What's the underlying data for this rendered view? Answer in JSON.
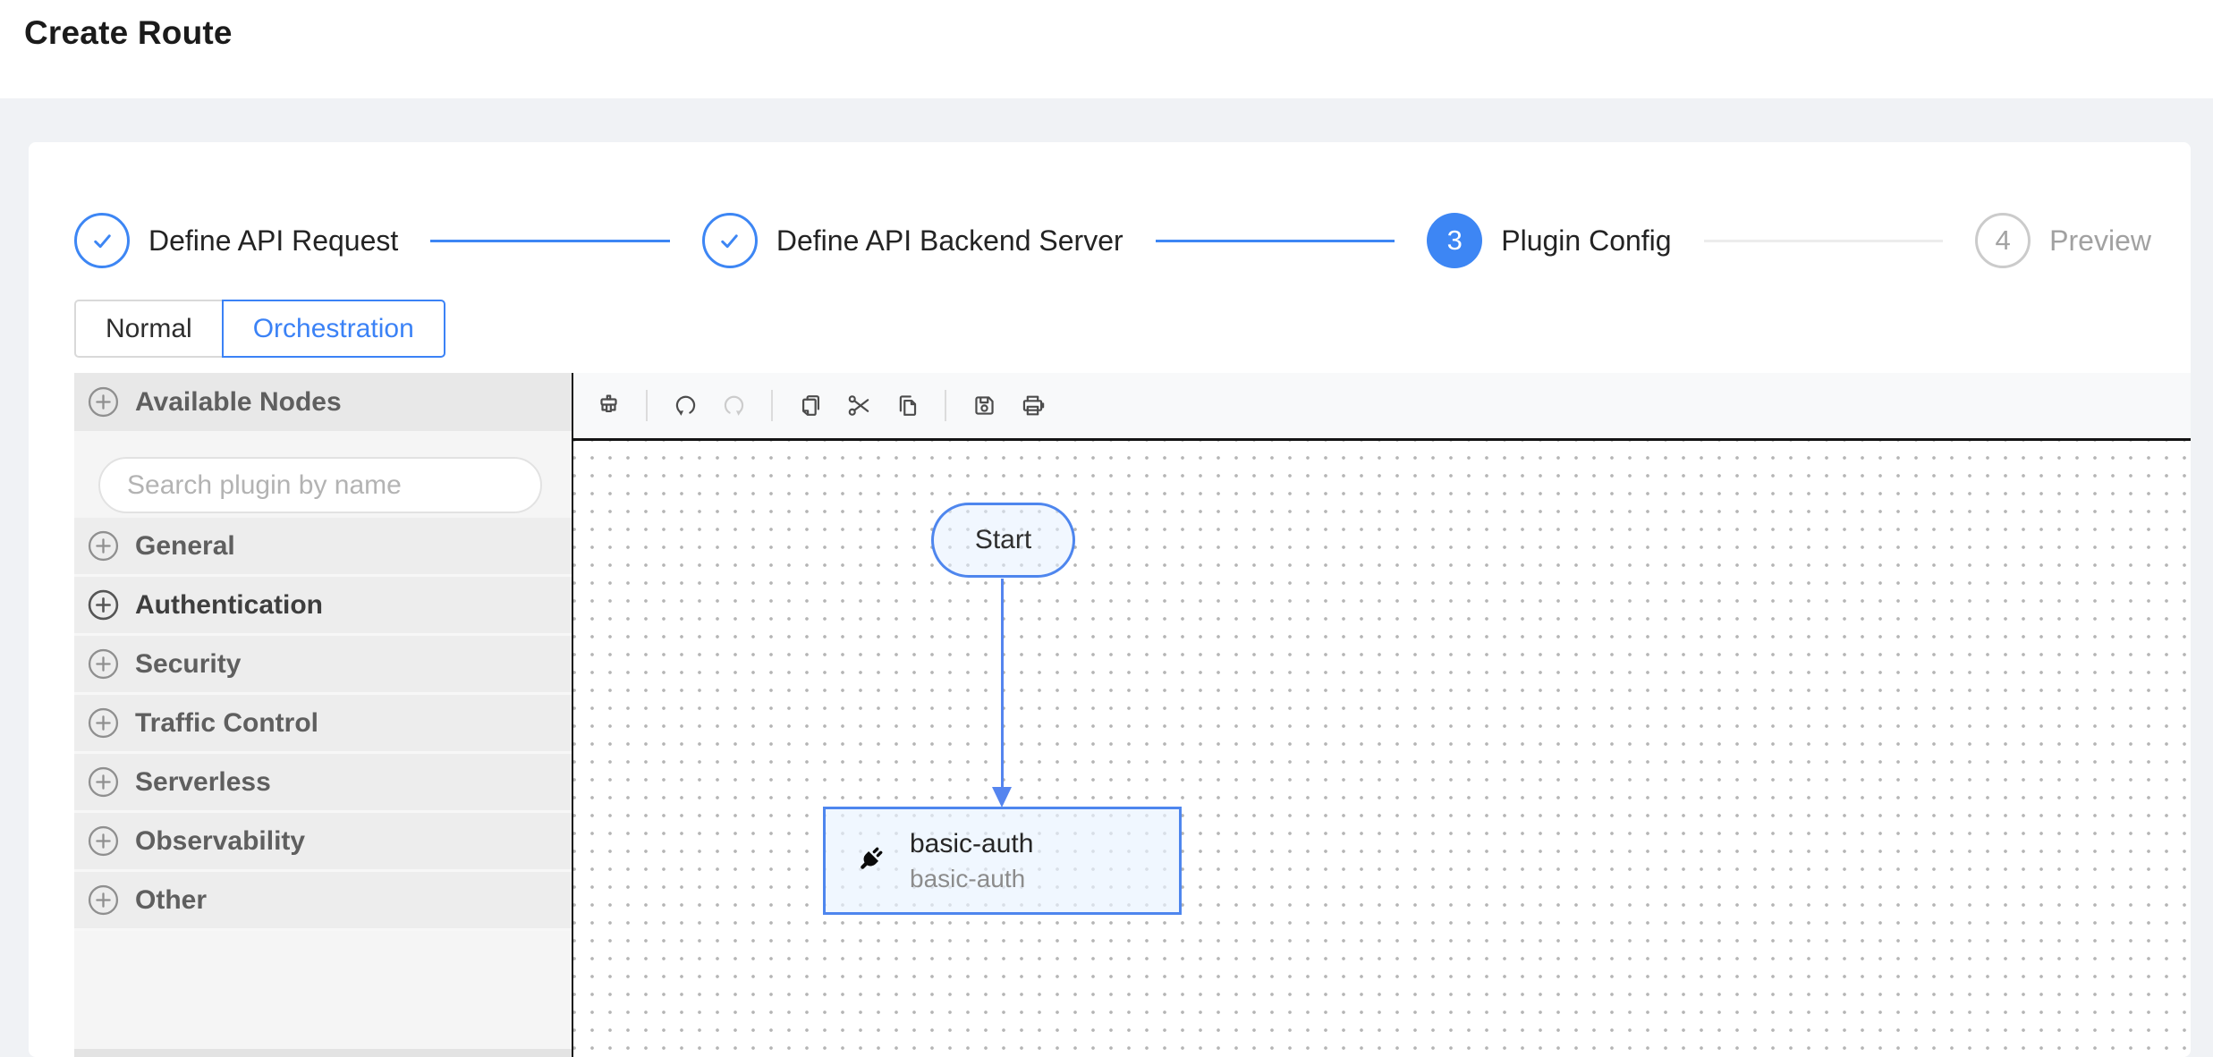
{
  "page": {
    "title": "Create Route"
  },
  "steps": {
    "items": [
      {
        "label": "Define API Request",
        "status": "done"
      },
      {
        "label": "Define API Backend Server",
        "status": "done"
      },
      {
        "label": "Plugin Config",
        "number": "3",
        "status": "active"
      },
      {
        "label": "Preview",
        "number": "4",
        "status": "pending"
      }
    ]
  },
  "mode_tabs": {
    "normal": "Normal",
    "orchestration": "Orchestration",
    "selected": "Orchestration"
  },
  "sidebar": {
    "header": "Available Nodes",
    "search_placeholder": "Search plugin by name",
    "search_value": "",
    "categories": [
      {
        "label": "General"
      },
      {
        "label": "Authentication"
      },
      {
        "label": "Security"
      },
      {
        "label": "Traffic Control"
      },
      {
        "label": "Serverless"
      },
      {
        "label": "Observability"
      },
      {
        "label": "Other"
      }
    ]
  },
  "toolbar": {
    "buttons": [
      "clean",
      "undo",
      "redo",
      "copy",
      "cut",
      "paste",
      "save",
      "print"
    ],
    "disabled": [
      "redo"
    ]
  },
  "canvas": {
    "start_node": {
      "label": "Start"
    },
    "plugin_node": {
      "title": "basic-auth",
      "subtitle": "basic-auth"
    }
  },
  "colors": {
    "primary": "#3d86f4",
    "tab_active": "#3b82f6",
    "node_border": "#4e86ee",
    "edge": "#5585ef",
    "page_bg": "#f0f2f5",
    "sidebar_row": "#ededed",
    "canvas_dot": "#b5b5b5"
  }
}
